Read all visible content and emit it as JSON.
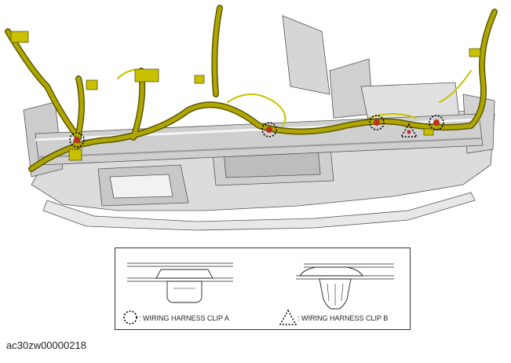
{
  "legend": {
    "clip_a_label": ": WIRING HARNESS CLIP A",
    "clip_b_label": ": WIRING HARNESS CLIP B"
  },
  "figure_id": "ac30zw00000218",
  "colors": {
    "harness": "#a8a000",
    "harness_dark": "#5c5800",
    "structure": "#d9d9d9",
    "structure_dark": "#8a8a8a",
    "clip_marker": "#c0301e"
  },
  "markers": {
    "clip_a_count": 4,
    "clip_b_count": 1
  }
}
